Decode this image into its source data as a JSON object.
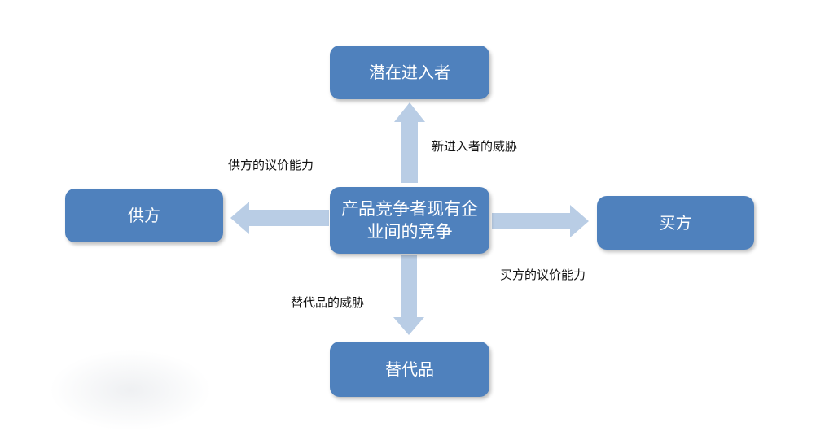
{
  "diagram": {
    "center": "产品竞争者现有企业间的竞争",
    "nodes": {
      "entrants": "潜在进入者",
      "suppliers": "供方",
      "buyers": "买方",
      "substitutes": "替代品"
    },
    "edge_labels": {
      "entrants": "新进入者的威胁",
      "suppliers": "供方的议价能力",
      "buyers": "买方的议价能力",
      "substitutes": "替代品的威胁"
    },
    "colors": {
      "box": "#4f81bd",
      "arrow": "#b9cde5"
    }
  }
}
